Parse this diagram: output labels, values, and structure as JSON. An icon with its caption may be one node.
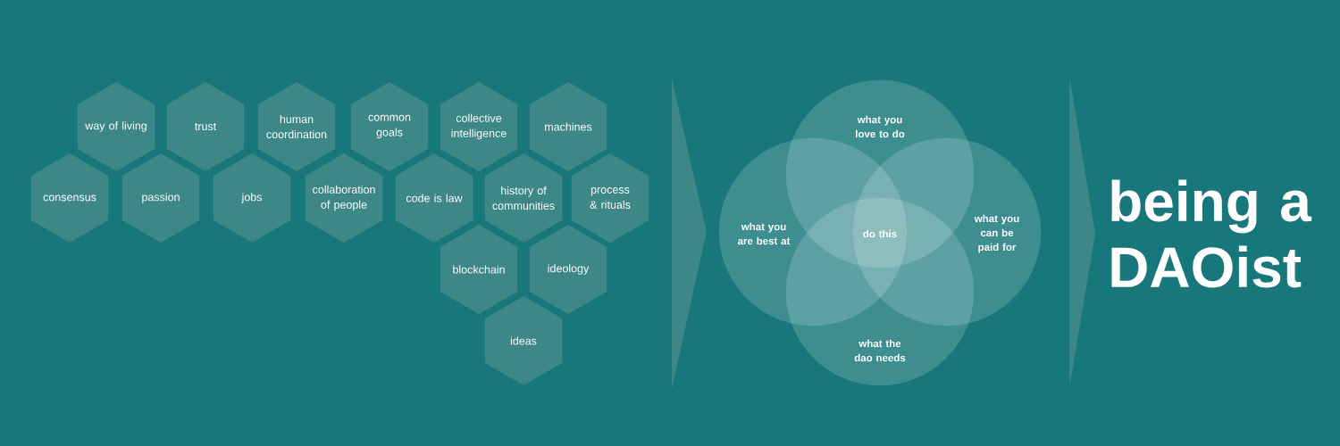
{
  "diagram": {
    "nodes": [
      {
        "text": [
          "way of living"
        ]
      },
      {
        "text": [
          "trust"
        ]
      },
      {
        "text": [
          "human coordination"
        ]
      },
      {
        "text": [
          "common goals"
        ]
      },
      {
        "text": [
          "collective intelligence"
        ]
      },
      {
        "text": [
          "machines"
        ]
      },
      {
        "text": [
          "consensus"
        ]
      },
      {
        "text": [
          "passion"
        ]
      },
      {
        "text": [
          "jobs"
        ]
      },
      {
        "text": [
          "collaboration of people"
        ]
      },
      {
        "text": [
          "code is law"
        ]
      },
      {
        "text": [
          "history of communities"
        ]
      },
      {
        "text": [
          "process & rituals"
        ]
      },
      {
        "text": [
          "blockchain"
        ]
      },
      {
        "text": [
          "ideology"
        ]
      },
      {
        "text": [
          "ideas"
        ]
      },
      {
        "text": [
          "what you love to do"
        ]
      },
      {
        "text": [
          "what you are best at"
        ]
      },
      {
        "text": [
          "what you can be paid for"
        ]
      },
      {
        "text": [
          "what the dao needs"
        ]
      },
      {
        "text": [
          "being a DAOist"
        ]
      }
    ],
    "edges": [
      {
        "from": null,
        "to": 17,
        "arrow": "to"
      },
      {
        "from": 18,
        "to": 20,
        "arrow": "to"
      }
    ],
    "labels": [
      "do this"
    ]
  }
}
